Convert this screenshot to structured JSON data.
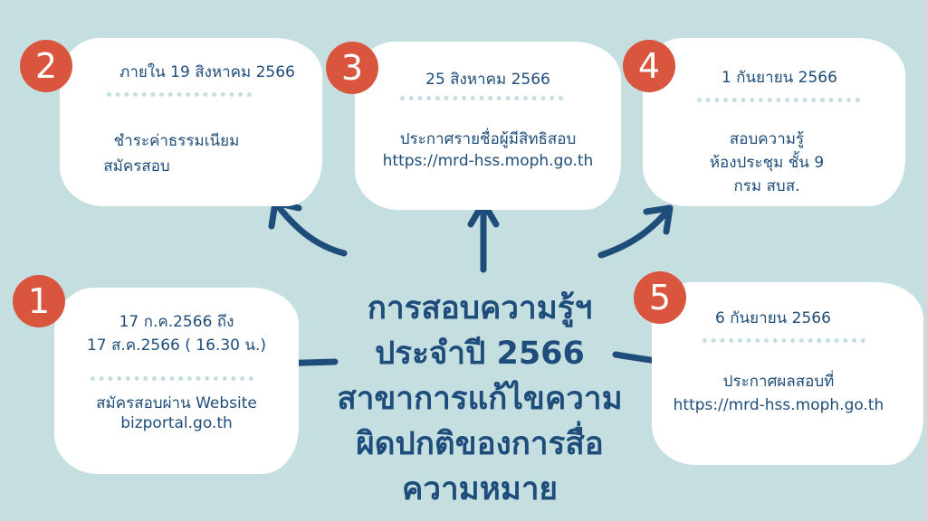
{
  "title_lines": [
    "การสอบความรู้ฯ",
    "ประจำปี 2566",
    "สาขาการแก้ไขความ",
    "ผิดปกติของการสื่อ",
    "ความหมาย"
  ],
  "steps": [
    {
      "number": "1",
      "date_lines": [
        "17 ก.ค.2566 ถึง",
        "17 ส.ค.2566 ( 16.30 น.)"
      ],
      "detail_lines": [
        "สมัครสอบผ่าน Website",
        "bizportal.go.th"
      ]
    },
    {
      "number": "2",
      "date_lines": [
        "ภายใน 19 สิงหาคม 2566"
      ],
      "detail_lines": [
        "ชำระค่าธรรมเนียม",
        "สมัครสอบ"
      ]
    },
    {
      "number": "3",
      "date_lines": [
        "25 สิงหาคม 2566"
      ],
      "detail_lines": [
        "ประกาศรายชื่อผู้มีสิทธิสอบ",
        "https://mrd-hss.moph.go.th"
      ]
    },
    {
      "number": "4",
      "date_lines": [
        "1 กันยายน 2566"
      ],
      "detail_lines": [
        "สอบความรู้",
        "ห้องประชุม  ชั้น 9",
        "กรม สบส."
      ]
    },
    {
      "number": "5",
      "date_lines": [
        "6 กันยายน 2566"
      ],
      "detail_lines": [
        "ประกาศผลสอบที่",
        "https://mrd-hss.moph.go.th"
      ]
    }
  ],
  "colors": {
    "background": "#c5dee0",
    "card": "#ffffff",
    "badge": "#d9553e",
    "text": "#1e4d7b"
  }
}
